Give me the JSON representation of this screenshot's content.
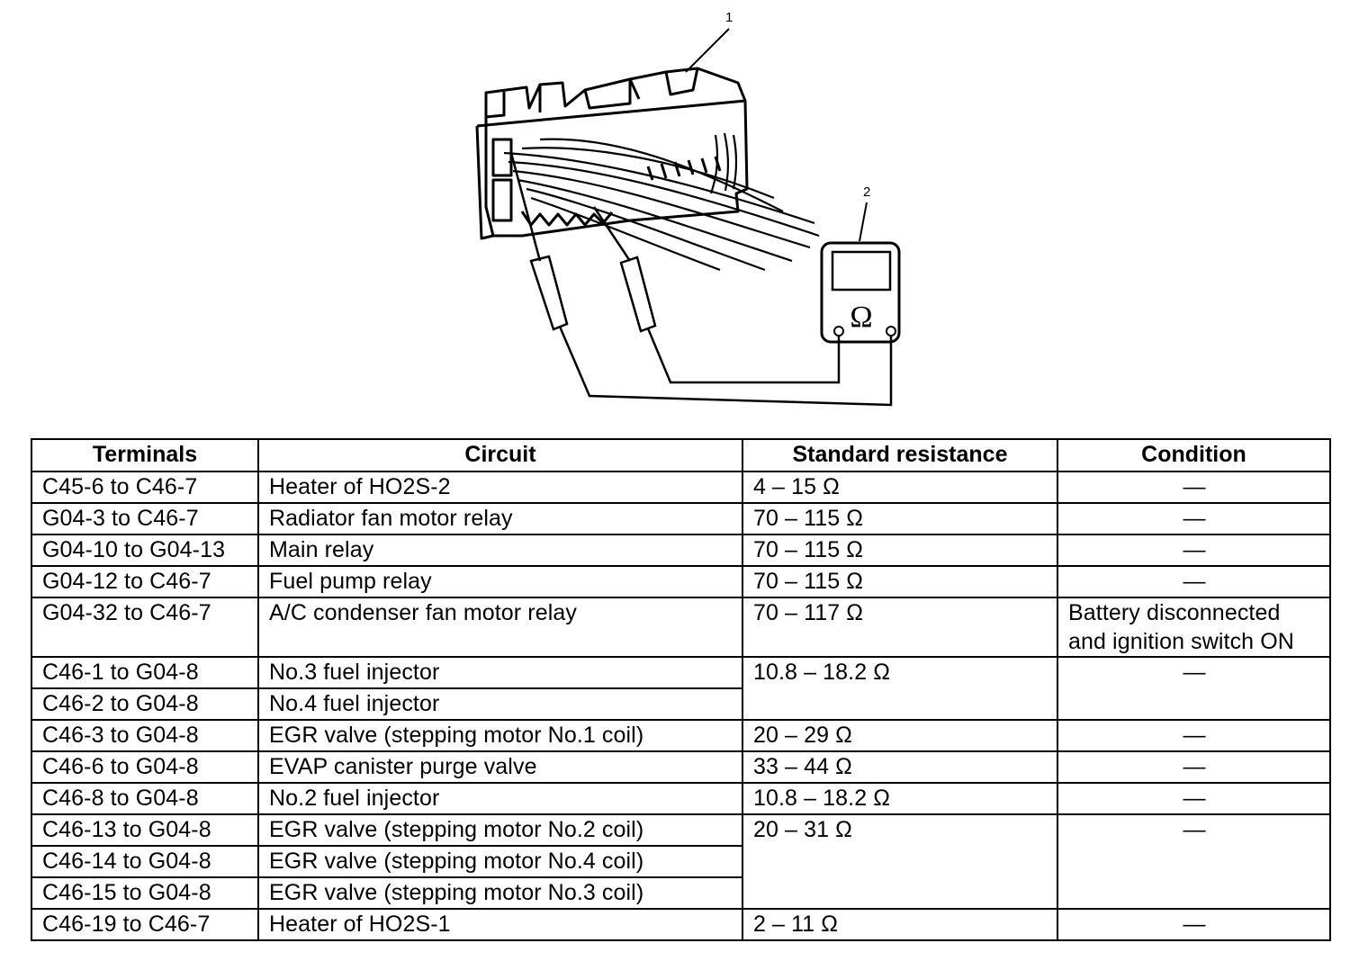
{
  "figure": {
    "callouts": [
      "1",
      "2"
    ],
    "meter_symbol": "Ω",
    "components": [
      "ecm-connector-icon",
      "ohmmeter-icon",
      "test-probe-icon"
    ]
  },
  "table": {
    "headers": [
      "Terminals",
      "Circuit",
      "Standard resistance",
      "Condition"
    ],
    "rows": [
      {
        "terminals": "C45-6 to C46-7",
        "circuit": "Heater of HO2S-2",
        "resistance": "4 – 15 Ω",
        "condition": "—"
      },
      {
        "terminals": "G04-3 to C46-7",
        "circuit": "Radiator fan motor relay",
        "resistance": "70 – 115 Ω",
        "condition": "—"
      },
      {
        "terminals": "G04-10 to G04-13",
        "circuit": "Main relay",
        "resistance": "70 – 115 Ω",
        "condition": "—"
      },
      {
        "terminals": "G04-12 to C46-7",
        "circuit": "Fuel pump relay",
        "resistance": "70 – 115 Ω",
        "condition": "—"
      },
      {
        "terminals": "G04-32 to C46-7",
        "circuit": "A/C condenser fan motor relay",
        "resistance": "70 – 117 Ω",
        "condition_line1": "Battery disconnected",
        "condition_line2": "and ignition switch ON"
      },
      {
        "terminals": "C46-1 to G04-8",
        "circuit": "No.3 fuel injector",
        "resistance": "10.8 – 18.2 Ω",
        "condition": "—"
      },
      {
        "terminals": "C46-2 to G04-8",
        "circuit": "No.4 fuel injector"
      },
      {
        "terminals": "C46-3 to G04-8",
        "circuit": "EGR valve (stepping motor No.1 coil)",
        "resistance": "20 – 29 Ω",
        "condition": "—"
      },
      {
        "terminals": "C46-6 to G04-8",
        "circuit": "EVAP canister purge valve",
        "resistance": "33 – 44 Ω",
        "condition": "—"
      },
      {
        "terminals": "C46-8 to G04-8",
        "circuit": "No.2 fuel injector",
        "resistance": "10.8 – 18.2 Ω",
        "condition": "—"
      },
      {
        "terminals": "C46-13 to G04-8",
        "circuit": "EGR valve (stepping motor No.2 coil)",
        "resistance": "20 – 31 Ω",
        "condition": "—"
      },
      {
        "terminals": "C46-14 to G04-8",
        "circuit": "EGR valve (stepping motor No.4 coil)"
      },
      {
        "terminals": "C46-15 to G04-8",
        "circuit": "EGR valve (stepping motor No.3 coil)"
      },
      {
        "terminals": "C46-19 to C46-7",
        "circuit": "Heater of HO2S-1",
        "resistance": "2 – 11 Ω",
        "condition": "—"
      }
    ]
  }
}
